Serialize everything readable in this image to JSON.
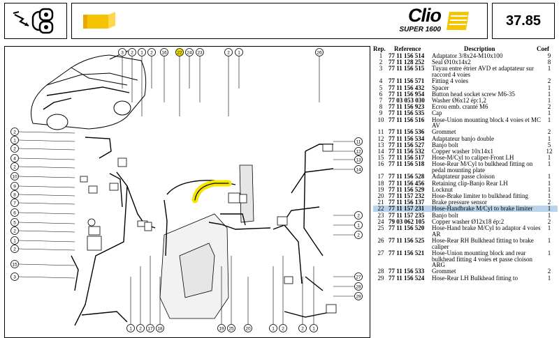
{
  "header": {
    "logo": "Clio",
    "logo_sub": "SUPER 1600",
    "page_code": "37.85",
    "colors": {
      "accent_yellow": "#f5c400",
      "highlight_blue": "#b9d3ec"
    },
    "icon_left": "brake-system-icon",
    "icon_title": "yellow-brand-mark-icon"
  },
  "table": {
    "headers": {
      "rep": "Rep.",
      "reference": "Reference",
      "description": "Description",
      "coef": "Coef"
    },
    "highlighted_rep": "22",
    "rows": [
      {
        "rep": "1",
        "ref": "77 11 156 514",
        "desc": "Adaptator 3/8x24-M10x100",
        "coef": "9"
      },
      {
        "rep": "2",
        "ref": "77 11 128 252",
        "desc": "Seal Ø10x14x2",
        "coef": "8"
      },
      {
        "rep": "3",
        "ref": "77 11 156 515",
        "desc": "Tuyau entre étrier AVD et adaptateur sur raccord 4 voies",
        "coef": "1"
      },
      {
        "rep": "4",
        "ref": "77 11 156 571",
        "desc": "Fitting 4 voies",
        "coef": "2"
      },
      {
        "rep": "5",
        "ref": "77 11 156 432",
        "desc": "Spacer",
        "coef": "1"
      },
      {
        "rep": "6",
        "ref": "77 11 156 954",
        "desc": "Button head socket screw M6-35",
        "coef": "1"
      },
      {
        "rep": "7",
        "ref": "77 03 053 030",
        "desc": "Washer Ø6x12 ép:1,2",
        "coef": "1"
      },
      {
        "rep": "8",
        "ref": "77 11 156 923",
        "desc": "Ecrou emb. cranté M6",
        "coef": "2"
      },
      {
        "rep": "9",
        "ref": "77 11 156 535",
        "desc": "Cap",
        "coef": "1"
      },
      {
        "rep": "10",
        "ref": "77 11 156 516",
        "desc": "Hose-Union mounting block 4 voies et MC AV",
        "coef": "1"
      },
      {
        "rep": "11",
        "ref": "77 11 156 536",
        "desc": "Grommet",
        "coef": "2"
      },
      {
        "rep": "12",
        "ref": "77 11 156 534",
        "desc": "Adaptateur banjo double",
        "coef": "1"
      },
      {
        "rep": "13",
        "ref": "77 11 156 527",
        "desc": "Banjo bolt",
        "coef": "5"
      },
      {
        "rep": "14",
        "ref": "77 11 156 532",
        "desc": "Copper washer 10x14x1",
        "coef": "12"
      },
      {
        "rep": "15",
        "ref": "77 11 156 517",
        "desc": "Hose-M/Cyl to caliper-Front LH",
        "coef": "1"
      },
      {
        "rep": "16",
        "ref": "77 11 156 518",
        "desc": "Hose-Rear M/Cyl to bulkhead fitting on pedal mounting plate",
        "coef": "1"
      },
      {
        "rep": "17",
        "ref": "77 11 156 528",
        "desc": "Adaptateur passe cloison",
        "coef": "1"
      },
      {
        "rep": "18",
        "ref": "77 11 156 456",
        "desc": "Retaining clip-Banjo Rear LH",
        "coef": "1"
      },
      {
        "rep": "19",
        "ref": "77 11 156 529",
        "desc": "Locknut",
        "coef": "1"
      },
      {
        "rep": "20",
        "ref": "77 11 157 232",
        "desc": "Hose-Brake limiter to bulkhead fitting",
        "coef": "1"
      },
      {
        "rep": "21",
        "ref": "77 11 156 137",
        "desc": "Brake pressure sensor",
        "coef": "2"
      },
      {
        "rep": "22",
        "ref": "77 11 157 231",
        "desc": "Hose-Handbrake M/Cyl to brake limiter",
        "coef": "1"
      },
      {
        "rep": "23",
        "ref": "77 11 157 235",
        "desc": "Banjo bolt",
        "coef": "1"
      },
      {
        "rep": "24",
        "ref": "79 03 062 105",
        "desc": "Copper washer Ø12x18 ép:2",
        "coef": "2"
      },
      {
        "rep": "25",
        "ref": "77 11 156 520",
        "desc": "Hose-Hand brake M/Cyl to adaptor 4 voies AR",
        "coef": "1"
      },
      {
        "rep": "26",
        "ref": "77 11 156 525",
        "desc": "Hose-Rear RH Bulkhead fitting to brake caliper",
        "coef": "1"
      },
      {
        "rep": "27",
        "ref": "77 11 156 521",
        "desc": "Hose-Union mounting block and rear bulkhead fitting 4 voies et passe cloison ARG",
        "coef": "1"
      },
      {
        "rep": "28",
        "ref": "77 11 156 533",
        "desc": "Grommet",
        "coef": "2"
      },
      {
        "rep": "29",
        "ref": "77 11 156 524",
        "desc": "Hose-Rear LH Bulkhead fitting to",
        "coef": "1"
      }
    ]
  },
  "diagram": {
    "callouts_top": [
      "3",
      "2",
      "1",
      "2",
      "16",
      "22",
      "24",
      "23",
      "2",
      "1",
      "26"
    ],
    "callouts_left": [
      "2",
      "1",
      "2",
      "4",
      "2",
      "10",
      "9",
      "8",
      "7",
      "6",
      "5",
      "2",
      "1",
      "2",
      "15",
      "3"
    ],
    "callouts_bottom": [
      "1",
      "2",
      "17",
      "18",
      "19",
      "25",
      "20",
      "1",
      "2",
      "2",
      "1"
    ],
    "callouts_right": [
      "11",
      "12",
      "13",
      "14",
      "2",
      "1",
      "2",
      "27",
      "28",
      "29"
    ],
    "highlight_color": "#f5e600"
  }
}
